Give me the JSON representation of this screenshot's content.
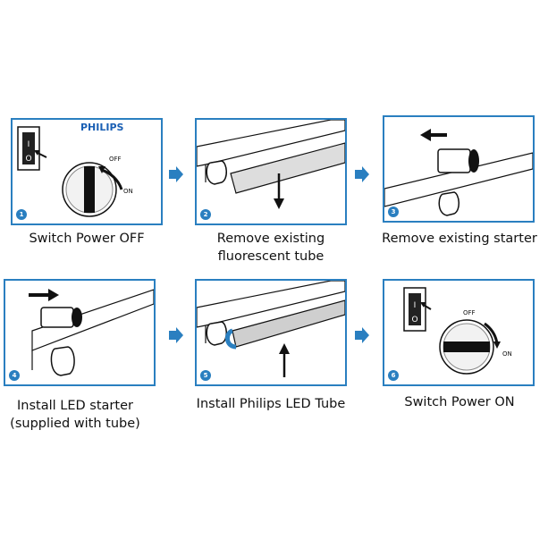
{
  "brand": {
    "logo_text": "PHILIPS",
    "color": "#1a5fb4"
  },
  "colors": {
    "frame": "#2a7fc0",
    "arrow": "#2a7fc0",
    "tube_led": "#2a7fc0",
    "ink": "#111111"
  },
  "steps": [
    {
      "number": "1",
      "caption": "Switch Power OFF",
      "dial_off": "OFF",
      "dial_on": "ON"
    },
    {
      "number": "2",
      "caption": "Remove existing fluorescent tube"
    },
    {
      "number": "3",
      "caption": "Remove existing starter"
    },
    {
      "number": "4",
      "caption": "Install LED starter (supplied with tube)"
    },
    {
      "number": "5",
      "caption": "Install Philips LED Tube"
    },
    {
      "number": "6",
      "caption": "Switch Power ON",
      "dial_off": "OFF",
      "dial_on": "ON"
    }
  ],
  "connectors": [
    "arrow-right-icon",
    "arrow-right-icon",
    "arrow-right-icon",
    "arrow-right-icon"
  ]
}
